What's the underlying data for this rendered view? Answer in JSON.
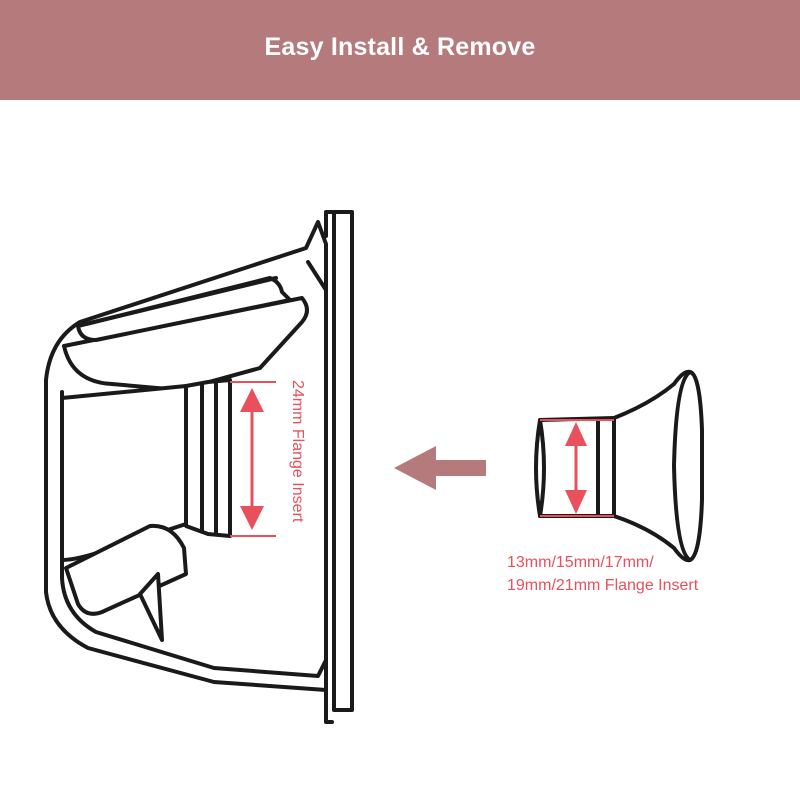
{
  "header": {
    "title": "Easy Install & Remove"
  },
  "colors": {
    "header_bg": "#b57b7c",
    "header_text": "#ffffff",
    "outline": "#1a1a1a",
    "accent_red": "#e8505b",
    "arrow_color": "#b57b7c"
  },
  "labels": {
    "installed_insert": "24mm Flange Insert",
    "insert_sizes_line1": "13mm/15mm/17mm/",
    "insert_sizes_line2": "19mm/21mm Flange Insert"
  },
  "icons": {
    "direction_arrow": "left-arrow-icon"
  }
}
